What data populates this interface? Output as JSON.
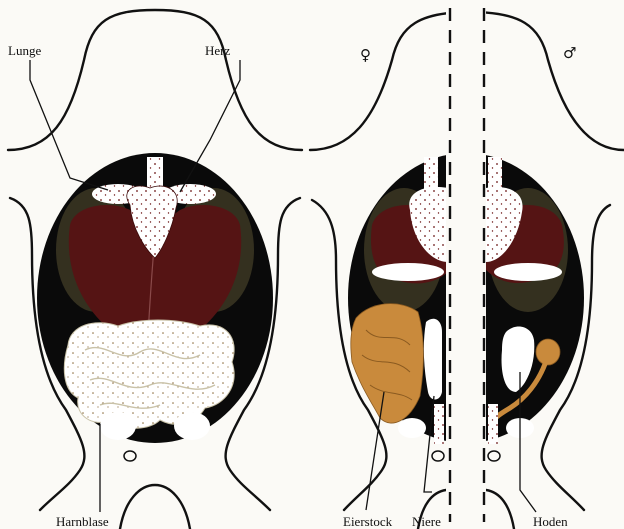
{
  "colors": {
    "body_cavity": "#0a0a0a",
    "liver": "#551414",
    "fat_body": "#34301f",
    "ovary": "#c98a3c",
    "testis": "#c98a3c",
    "organ_white": "#ffffff",
    "background": "#fbfaf6"
  },
  "labels": {
    "lung": "Lunge",
    "heart": "Herz",
    "bladder": "Harnblase",
    "ovary": "Eierstock",
    "kidney": "Niere",
    "testis": "Hoden"
  },
  "symbols": {
    "female": "♀",
    "male": "♂"
  }
}
